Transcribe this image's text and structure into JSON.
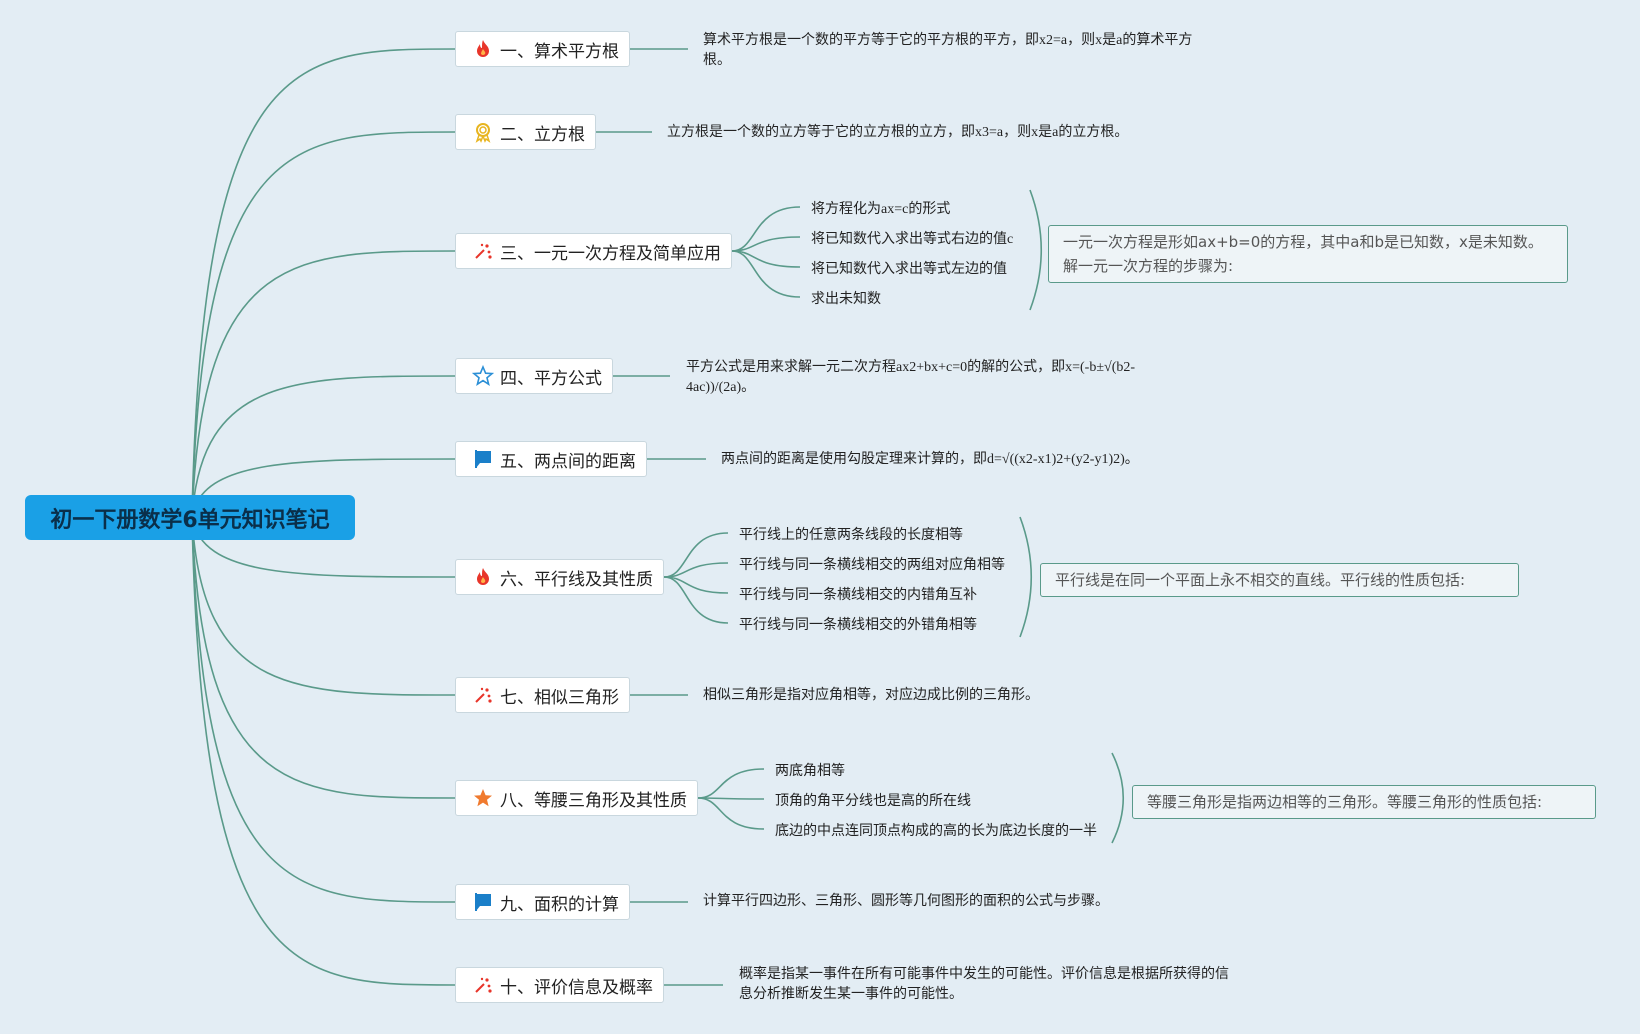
{
  "root": {
    "title": "初一下册数学6单元知识笔记"
  },
  "nodes": [
    {
      "label": "一、算术平方根",
      "icon": "fire-icon",
      "note": "算术平方根是一个数的平方等于它的平方根的平方，即x2=a，则x是a的算术平方根。"
    },
    {
      "label": "二、立方根",
      "icon": "award-icon",
      "note": "立方根是一个数的立方等于它的立方根的立方，即x3=a，则x是a的立方根。"
    },
    {
      "label": "三、一元一次方程及简单应用",
      "icon": "sparkle-icon",
      "steps": [
        "将方程化为ax=c的形式",
        "将已知数代入求出等式右边的值c",
        "将已知数代入求出等式左边的值",
        "求出未知数"
      ],
      "callout": "一元一次方程是形如ax+b=0的方程，其中a和b是已知数，x是未知数。解一元一次方程的步骤为:"
    },
    {
      "label": "四、平方公式",
      "icon": "star-outline-icon",
      "note": "平方公式是用来求解一元二次方程ax2+bx+c=0的解的公式，即x=(-b±√(b2-4ac))/(2a)。"
    },
    {
      "label": "五、两点间的距离",
      "icon": "flag-icon",
      "note": "两点间的距离是使用勾股定理来计算的，即d=√((x2-x1)2+(y2-y1)2)。"
    },
    {
      "label": "六、平行线及其性质",
      "icon": "fire-icon",
      "steps": [
        "平行线上的任意两条线段的长度相等",
        "平行线与同一条横线相交的两组对应角相等",
        "平行线与同一条横线相交的内错角互补",
        "平行线与同一条横线相交的外错角相等"
      ],
      "callout": "平行线是在同一个平面上永不相交的直线。平行线的性质包括:"
    },
    {
      "label": "七、相似三角形",
      "icon": "sparkle-icon",
      "note": "相似三角形是指对应角相等，对应边成比例的三角形。"
    },
    {
      "label": "八、等腰三角形及其性质",
      "icon": "star-filled-icon",
      "steps": [
        "两底角相等",
        "顶角的角平分线也是高的所在线",
        "底边的中点连同顶点构成的高的长为底边长度的一半"
      ],
      "callout": "等腰三角形是指两边相等的三角形。等腰三角形的性质包括:"
    },
    {
      "label": "九、面积的计算",
      "icon": "flag-icon",
      "note": "计算平行四边形、三角形、圆形等几何图形的面积的公式与步骤。"
    },
    {
      "label": "十、评价信息及概率",
      "icon": "sparkle-icon",
      "note": "概率是指某一事件在所有可能事件中发生的可能性。评价信息是根据所获得的信息分析推断发生某一事件的可能性。"
    }
  ],
  "colors": {
    "background": "#e3edf4",
    "root": "#1aa0e6",
    "edge": "#5a9a8a"
  }
}
